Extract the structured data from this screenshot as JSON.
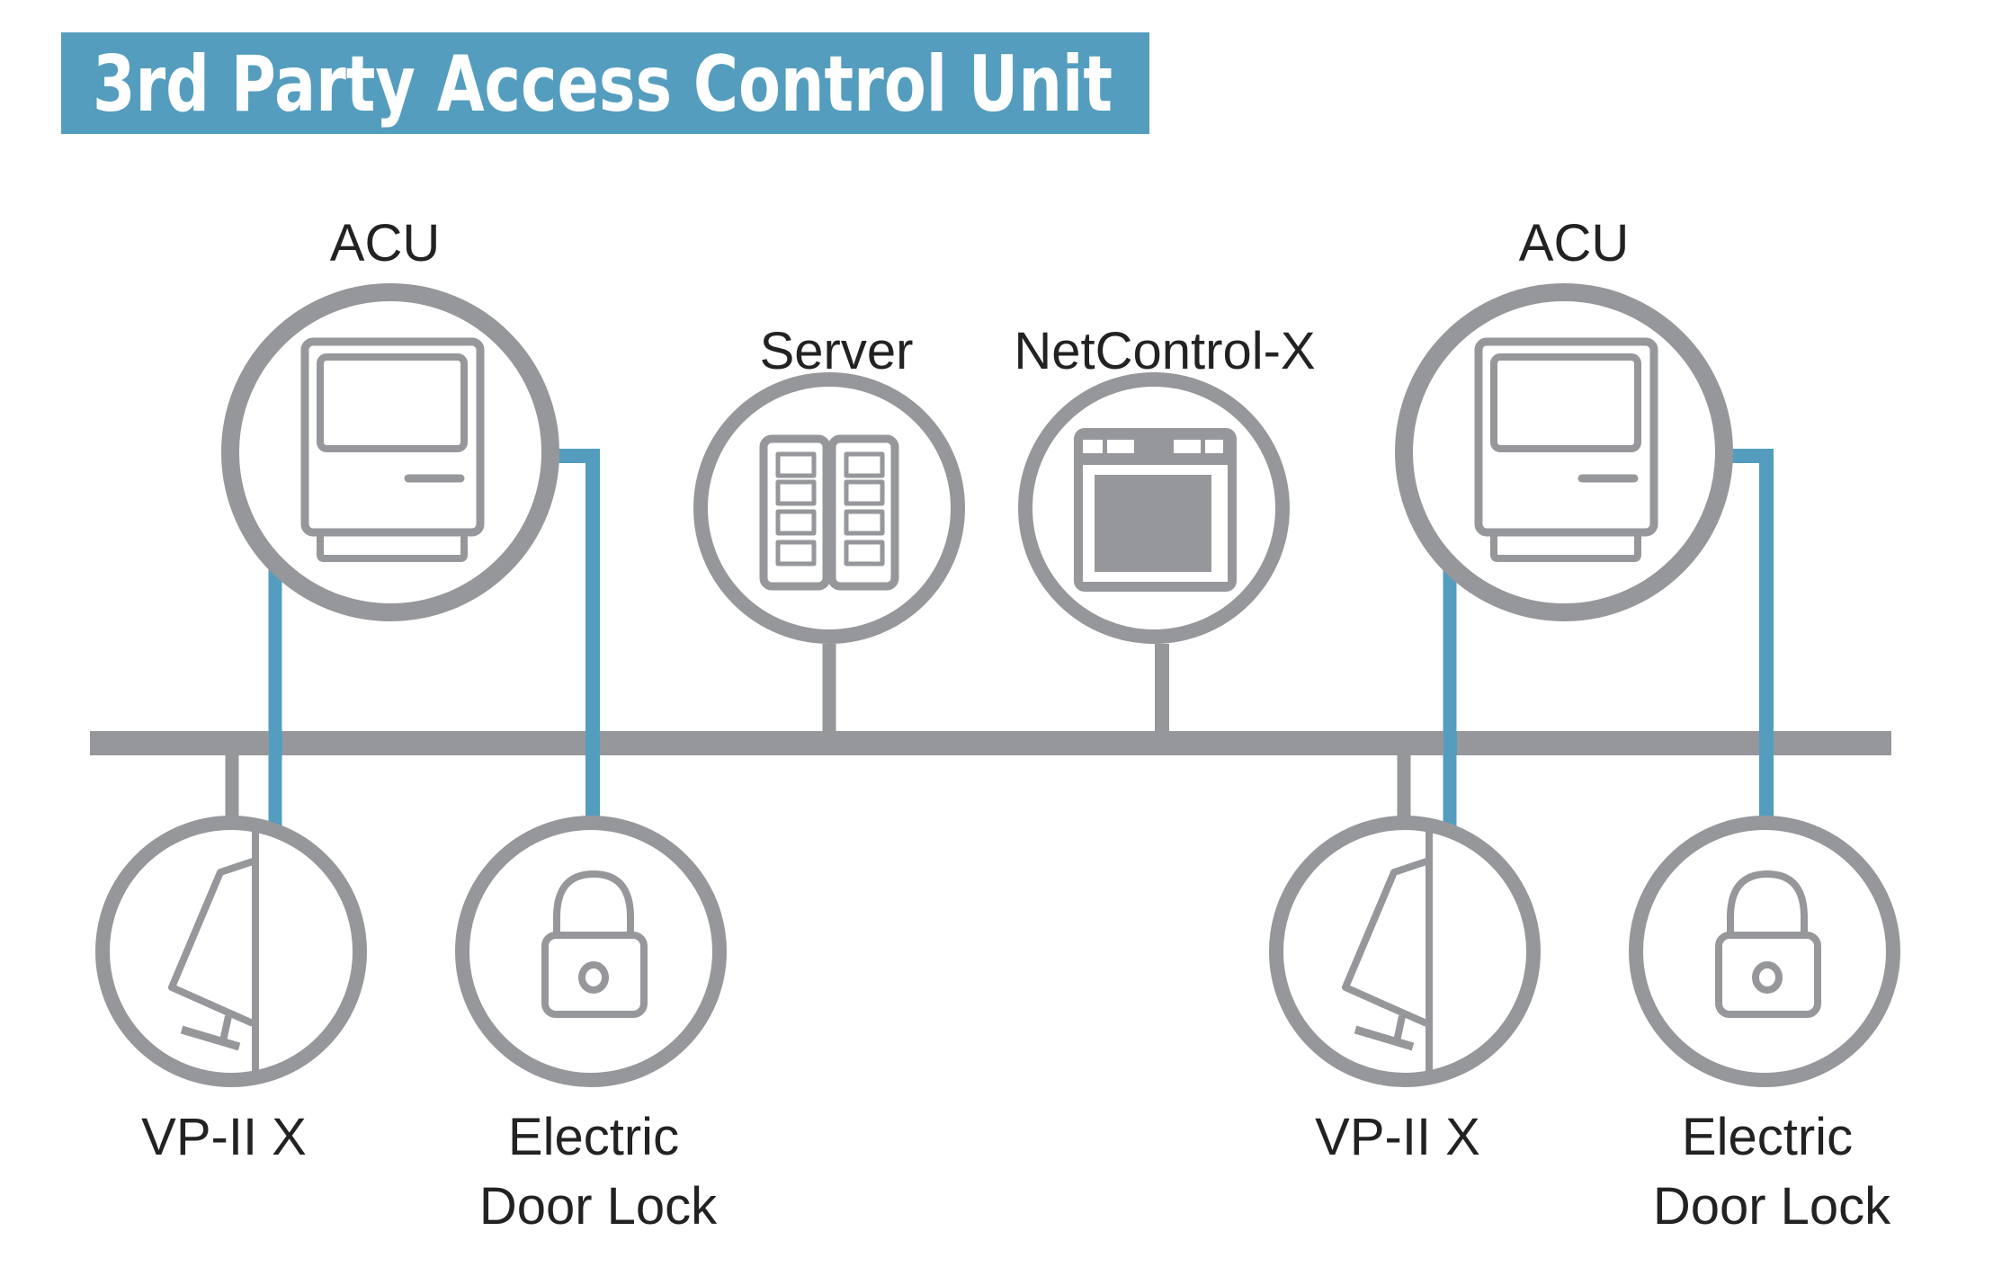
{
  "title": "3rd Party Access Control Unit",
  "colors": {
    "accent_blue": "#549dbf",
    "device_gray": "#96979b",
    "label_text": "#222222",
    "background": "#ffffff"
  },
  "bus": {
    "name": "network-bus"
  },
  "top_devices": [
    {
      "id": "acu-left",
      "label": "ACU",
      "icon": "computer-terminal-icon"
    },
    {
      "id": "server",
      "label": "Server",
      "icon": "server-rack-icon"
    },
    {
      "id": "netcontrol",
      "label": "NetControl-X",
      "icon": "controller-window-icon"
    },
    {
      "id": "acu-right",
      "label": "ACU",
      "icon": "computer-terminal-icon"
    }
  ],
  "bottom_devices": [
    {
      "id": "vp-left",
      "label": "VP-II X",
      "icon": "door-panel-icon"
    },
    {
      "id": "lock-left",
      "label_line1": "Electric",
      "label_line2": "Door Lock",
      "icon": "padlock-icon"
    },
    {
      "id": "vp-right",
      "label": "VP-II X",
      "icon": "door-panel-icon"
    },
    {
      "id": "lock-right",
      "label_line1": "Electric",
      "label_line2": "Door Lock",
      "icon": "padlock-icon"
    }
  ],
  "connections": [
    {
      "from": "acu-left",
      "to": "vp-left",
      "type": "blue"
    },
    {
      "from": "acu-left",
      "to": "lock-left",
      "type": "blue"
    },
    {
      "from": "acu-right",
      "to": "vp-right",
      "type": "blue"
    },
    {
      "from": "acu-right",
      "to": "lock-right",
      "type": "blue"
    },
    {
      "from": "server",
      "to": "network-bus",
      "type": "gray"
    },
    {
      "from": "netcontrol",
      "to": "network-bus",
      "type": "gray"
    },
    {
      "from": "vp-left",
      "to": "network-bus",
      "type": "gray"
    },
    {
      "from": "vp-right",
      "to": "network-bus",
      "type": "gray"
    }
  ]
}
